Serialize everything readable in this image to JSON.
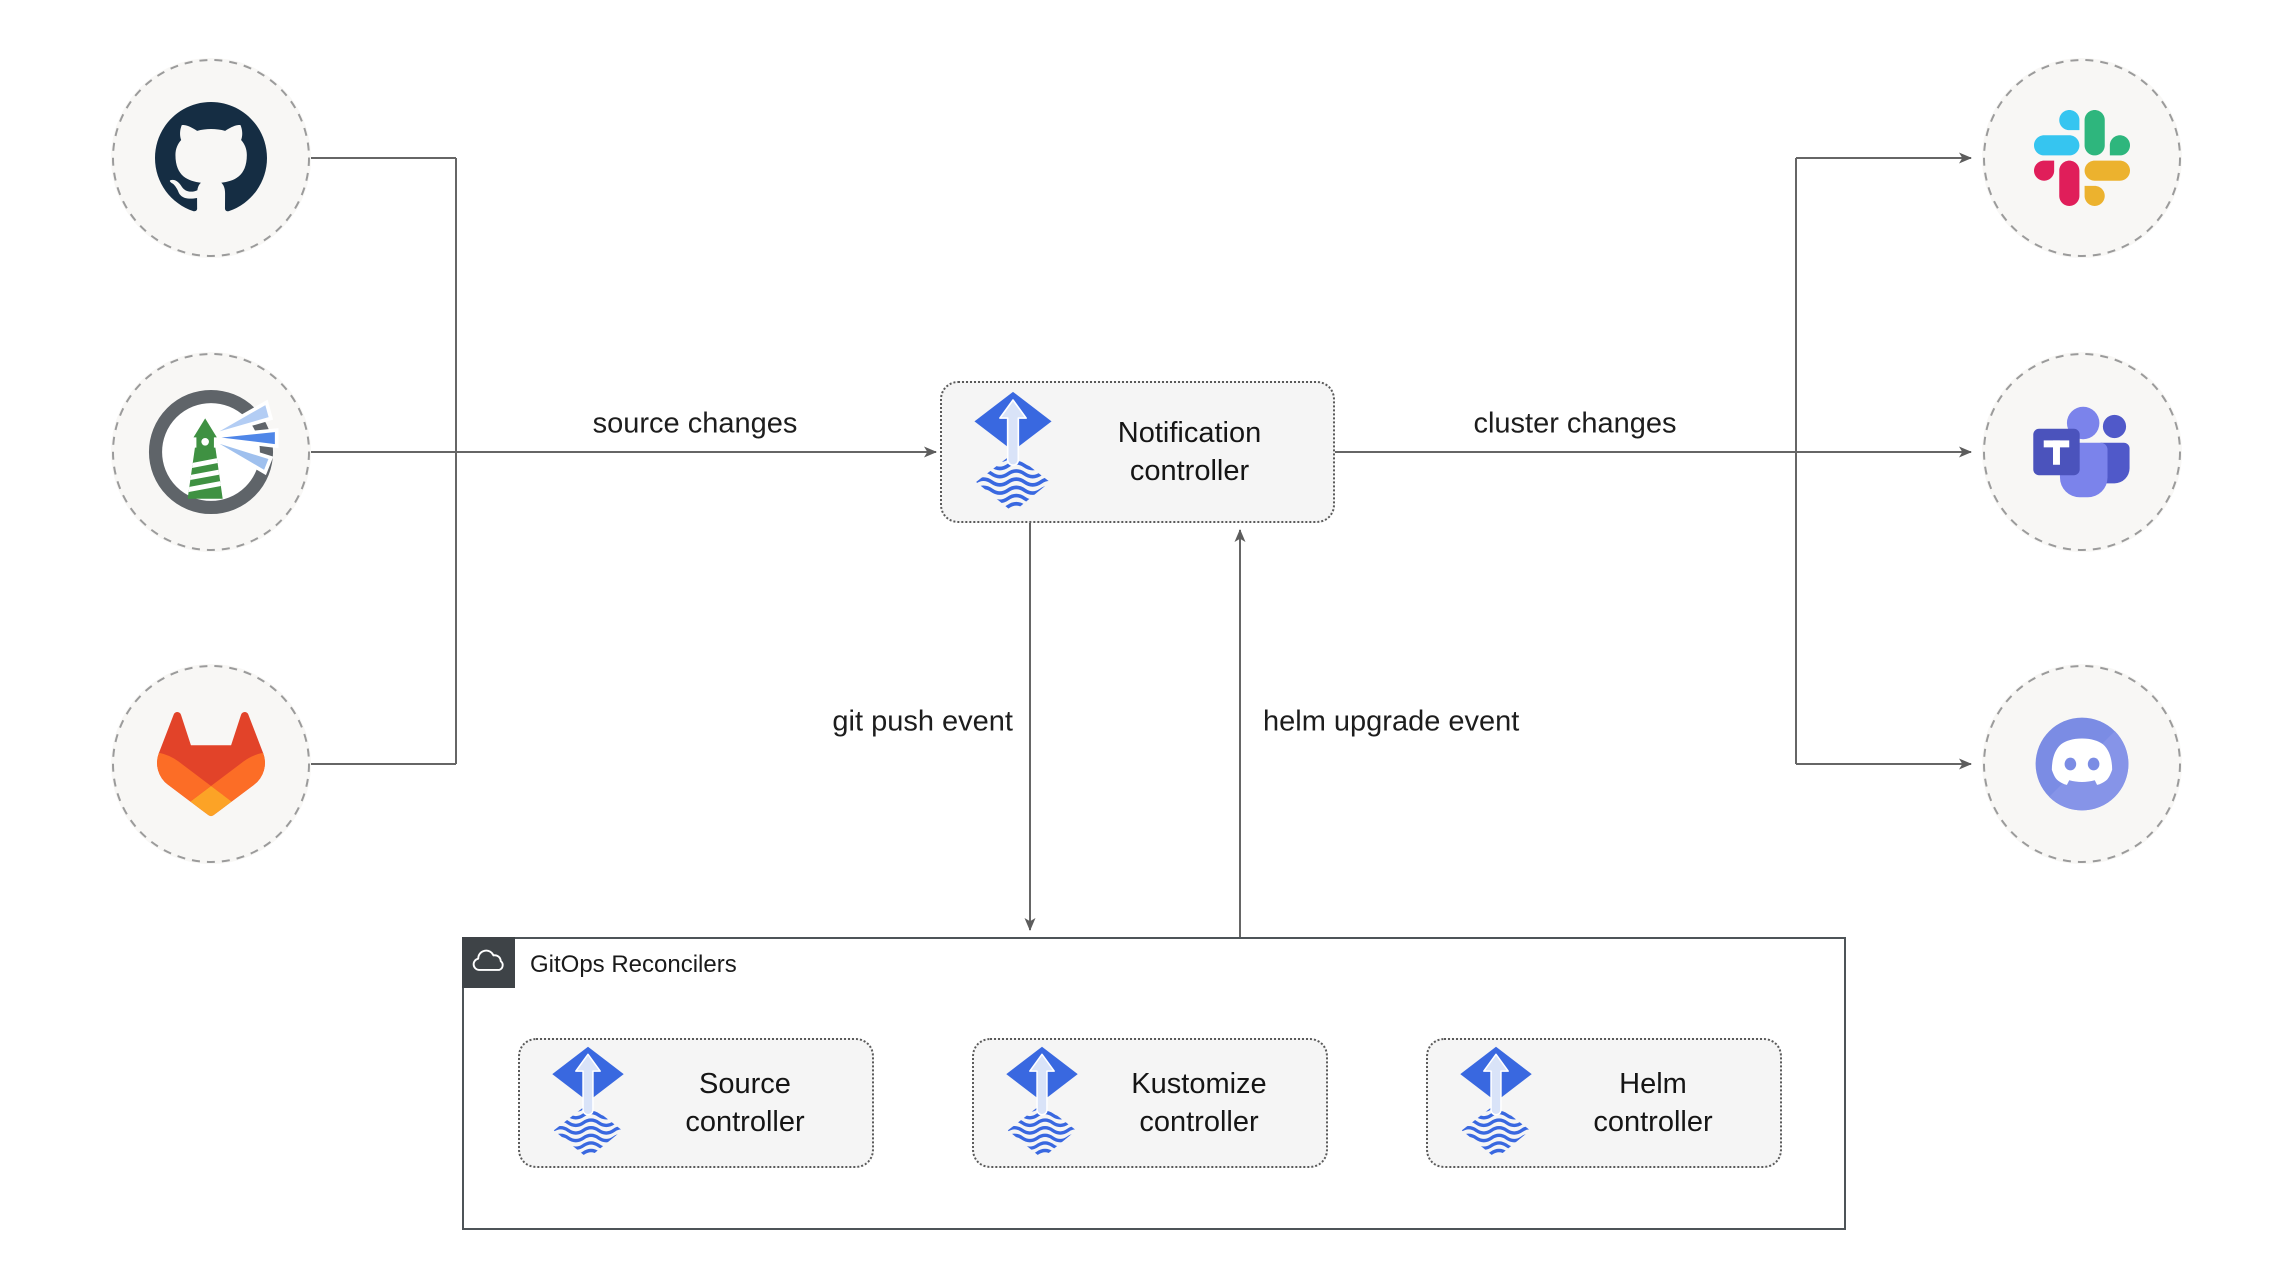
{
  "edges": {
    "source_changes": "source changes",
    "cluster_changes": "cluster changes",
    "git_push_event": "git push event",
    "helm_upgrade_event": "helm upgrade event"
  },
  "nodes": {
    "notification": {
      "line1": "Notification",
      "line2": "controller"
    },
    "source": {
      "line1": "Source",
      "line2": "controller"
    },
    "kustomize": {
      "line1": "Kustomize",
      "line2": "controller"
    },
    "helm": {
      "line1": "Helm",
      "line2": "controller"
    }
  },
  "group": {
    "title": "GitOps Reconcilers",
    "icon": "cloud-icon"
  },
  "source_icons": [
    {
      "name": "github-icon"
    },
    {
      "name": "harbor-icon"
    },
    {
      "name": "gitlab-icon"
    }
  ],
  "target_icons": [
    {
      "name": "slack-icon"
    },
    {
      "name": "teams-icon"
    },
    {
      "name": "discord-icon"
    }
  ],
  "colors": {
    "flux_blue": "#3968e0",
    "flux_arrow": "#d9e3f8",
    "wire_gray": "#666666",
    "box_fill": "#f5f5f5",
    "box_dot_border": "#5a5a5a",
    "circle_fill": "#f8f7f5",
    "circle_dash": "#9b9b9b",
    "group_border": "#4e5458",
    "badge_bg": "#3e4347",
    "text": "#1d1d1d",
    "github_dark": "#152d43",
    "harbor_ring": "#5f6469",
    "harbor_green": "#3f9142",
    "harbor_beam": "#4f86e8",
    "gitlab_red": "#e24329",
    "gitlab_orange": "#fc6d26",
    "gitlab_yellow": "#fca326",
    "slack_blue": "#36c5f0",
    "slack_green": "#2eb67d",
    "slack_red": "#e01e5a",
    "slack_yellow": "#ecb22e",
    "teams_dark_purple": "#4b53bc",
    "teams_mid_purple": "#5059c9",
    "teams_light_purple": "#7b83eb",
    "discord_blurple": "#7b8ce4"
  }
}
